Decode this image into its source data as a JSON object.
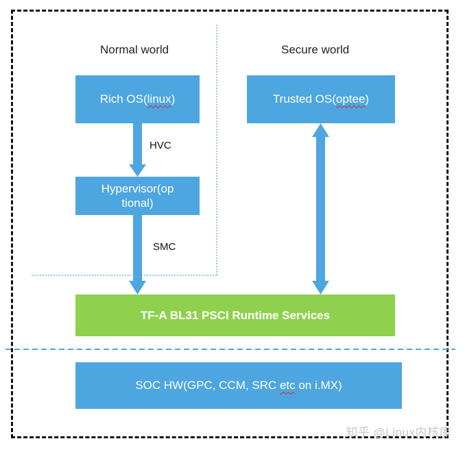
{
  "labels": {
    "normal_world": "Normal world",
    "secure_world": "Secure world",
    "hvc": "HVC",
    "smc": "SMC"
  },
  "boxes": {
    "rich_os_a": "Rich OS(",
    "rich_os_b": "linux",
    "rich_os_c": ")",
    "trusted_os_a": "Trusted OS(",
    "trusted_os_b": "optee",
    "trusted_os_c": ")",
    "hypervisor_line1": "Hypervisor(op",
    "hypervisor_line2": "tional)",
    "tfa": "TF-A BL31 PSCI Runtime Services",
    "soc_a": "SOC HW(GPC, CCM, SRC ",
    "soc_b": "etc",
    "soc_c": " on i.MX)"
  },
  "watermark": "知乎 @Linux内核库",
  "colors": {
    "blue_box": "#4da6e0",
    "green_box": "#8fd14f",
    "divider": "#4da6e0",
    "frame": "#111111"
  }
}
